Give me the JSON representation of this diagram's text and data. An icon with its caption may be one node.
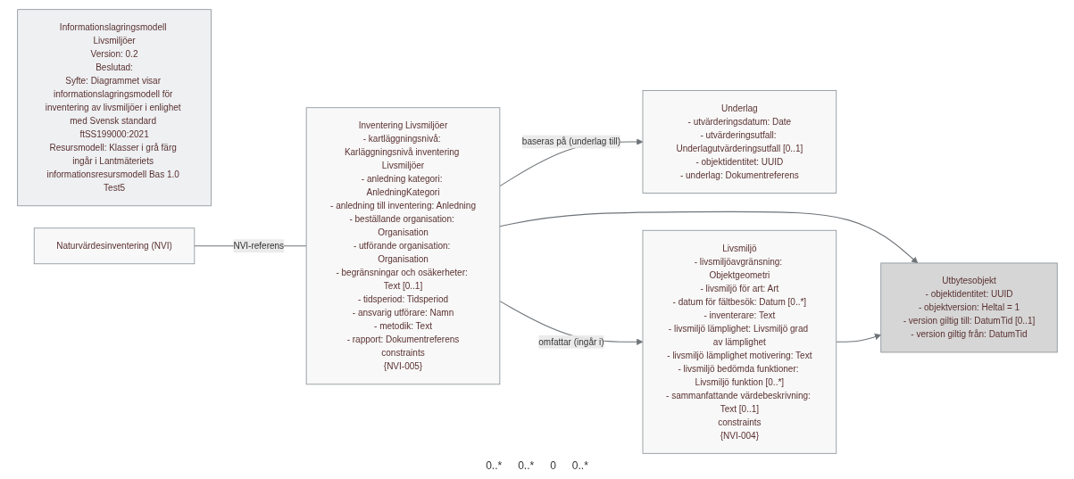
{
  "diagram": {
    "nodes": [
      {
        "text": [
          "Informationslagringsmodell Livsmiljöer",
          "Version: 0.2",
          "Beslutad:",
          "Syfte: Diagrammet visar informationslagringsmodell för inventering av livsmiljöer i enlighet med Svensk standard ftSS199000:2021",
          "Resursmodell: Klasser i grå färg ingår i Lantmäteriets informationsresursmodell Bas 1.0 Test5"
        ]
      },
      {
        "text": [
          "Utbytesobjekt",
          "- objektidentitet: UUID",
          "- objektversion: Heltal = 1",
          "- version giltig till: DatumTid [0..1]",
          "- version giltig från: DatumTid"
        ]
      },
      {
        "text": [
          "Underlag",
          "- utvärderingsdatum: Date",
          "- utvärderingsutfall: Underlagutvärderingsutfall [0..1]",
          "- objektidentitet: UUID",
          "- underlag: Dokumentreferens"
        ]
      },
      {
        "text": [
          "Inventering Livsmiljöer",
          "- kartläggningsnivå: Karläggningsnivå inventering Livsmiljöer",
          "- anledning kategori: AnledningKategori",
          "- anledning till inventering: Anledning",
          "- beställande organisation: Organisation",
          "- utförande organisation: Organisation",
          "- begränsningar och osäkerheter: Text [0..1]",
          "- tidsperiod: Tidsperiod",
          "- ansvarig utförare: Namn",
          "- metodik: Text",
          "- rapport: Dokumentreferens",
          "constraints",
          "{NVI-005}"
        ]
      },
      {
        "text": [
          "Livsmiljö",
          "- livsmiljöavgränsning: Objektgeometri",
          "- livsmiljö för art: Art",
          "- datum för fältbesök: Datum [0..*]",
          "- inventerare: Text",
          "- livsmiljö lämplighet: Livsmiljö grad av lämplighet",
          "- livsmiljö lämplighet motivering: Text",
          "- livsmiljö bedömda funktioner: Livsmiljö funktion [0..*]",
          "- sammanfattande värdebeskrivning: Text [0..1]",
          "constraints",
          "{NVI-004}"
        ]
      },
      {
        "text": [
          "Naturvärdesinventering (NVI)"
        ]
      }
    ],
    "edges": [
      {
        "from": 3,
        "to": 1,
        "arrow": "to"
      },
      {
        "from": 4,
        "to": 1,
        "arrow": "to"
      },
      {
        "from": 3,
        "to": 2,
        "arrow": "to",
        "label": "baseras på (underlag till)"
      },
      {
        "from": 3,
        "to": 4,
        "arrow": "to",
        "label": "omfattar (ingår i)"
      },
      {
        "from": 5,
        "to": 3,
        "arrow": "none",
        "label": "NVI-referens"
      }
    ],
    "labels": [
      "0..*",
      "0..*",
      "0",
      "0..*"
    ]
  }
}
